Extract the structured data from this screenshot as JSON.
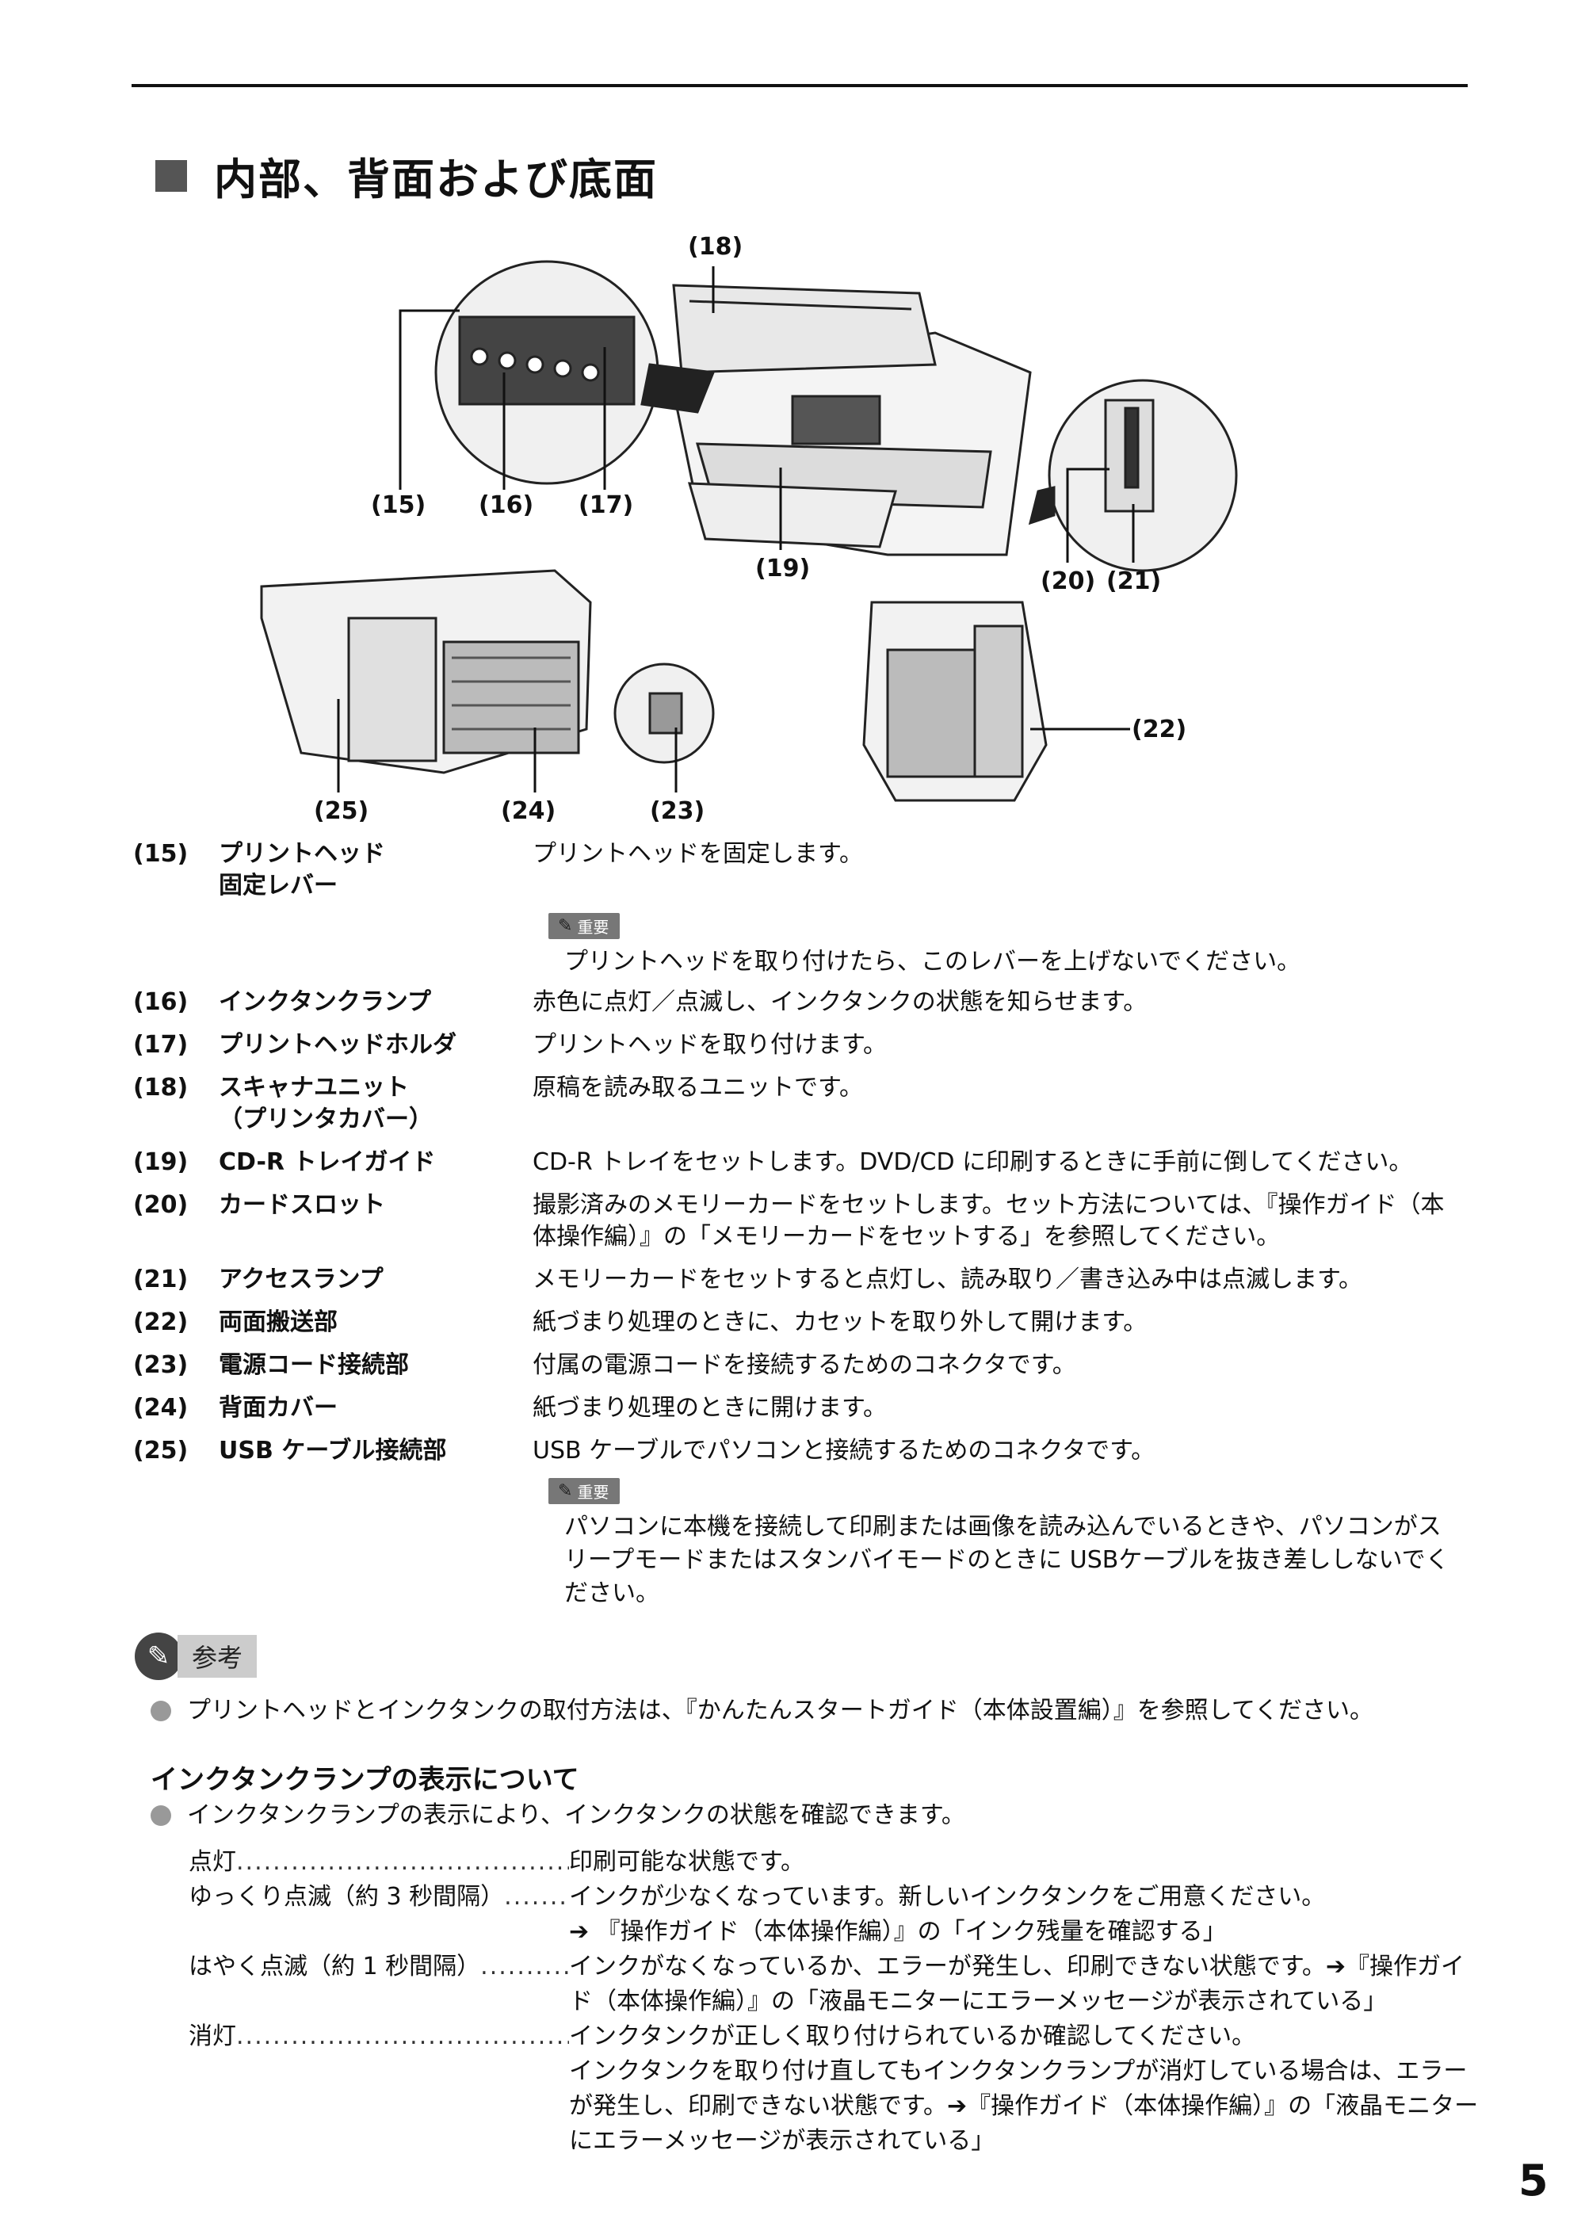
{
  "page": {
    "section_title": "内部、背面および底面",
    "page_number": "5"
  },
  "figure": {
    "callouts": [
      "(15)",
      "(16)",
      "(17)",
      "(18)",
      "(19)",
      "(20)",
      "(21)",
      "(22)",
      "(23)",
      "(24)",
      "(25)"
    ]
  },
  "parts": [
    {
      "num": "(15)",
      "term": "プリントヘッド\n固定レバー",
      "desc": "プリントヘッドを固定します。"
    },
    {
      "num": "(16)",
      "term": "インクタンクランプ",
      "desc": "赤色に点灯／点滅し、インクタンクの状態を知らせます。"
    },
    {
      "num": "(17)",
      "term": "プリントヘッドホルダ",
      "desc": "プリントヘッドを取り付けます。"
    },
    {
      "num": "(18)",
      "term": "スキャナユニット\n（プリンタカバー）",
      "desc": "原稿を読み取るユニットです。"
    },
    {
      "num": "(19)",
      "term": "CD-R トレイガイド",
      "desc": "CD-R トレイをセットします。DVD/CD に印刷するときに手前に倒してください。"
    },
    {
      "num": "(20)",
      "term": "カードスロット",
      "desc": "撮影済みのメモリーカードをセットします。セット方法については、『操作ガイド（本体操作編）』の「メモリーカードをセットする」を参照してください。"
    },
    {
      "num": "(21)",
      "term": "アクセスランプ",
      "desc": "メモリーカードをセットすると点灯し、読み取り／書き込み中は点滅します。"
    },
    {
      "num": "(22)",
      "term": "両面搬送部",
      "desc": "紙づまり処理のときに、カセットを取り外して開けます。"
    },
    {
      "num": "(23)",
      "term": "電源コード接続部",
      "desc": "付属の電源コードを接続するためのコネクタです。"
    },
    {
      "num": "(24)",
      "term": "背面カバー",
      "desc": "紙づまり処理のときに開けます。"
    },
    {
      "num": "(25)",
      "term": "USB ケーブル接続部",
      "desc": "USB ケーブルでパソコンと接続するためのコネクタです。"
    }
  ],
  "notes": {
    "badge": "重要",
    "note1": "プリントヘッドを取り付けたら、このレバーを上げないでください。",
    "note2": "パソコンに本機を接続して印刷または画像を読み込んでいるときや、パソコンがスリープモードまたはスタンバイモードのときに USBケーブルを抜き差ししないでください。"
  },
  "reference": {
    "label": "参考",
    "bullet": "プリントヘッドとインクタンクの取付方法は、『かんたんスタートガイド（本体設置編）』を参照してください。"
  },
  "lamp_section": {
    "title": "インクタンクランプの表示について",
    "intro": "インクタンクランプの表示により、インクタンクの状態を確認できます。",
    "rows": [
      {
        "key": "点灯",
        "lines": [
          "印刷可能な状態です。"
        ]
      },
      {
        "key": "ゆっくり点滅（約 3 秒間隔）",
        "lines": [
          "インクが少なくなっています。新しいインクタンクをご用意ください。",
          "➔ 『操作ガイド（本体操作編）』の「インク残量を確認する」"
        ]
      },
      {
        "key": "はやく点滅（約 1 秒間隔）",
        "lines": [
          "インクがなくなっているか、エラーが発生し、印刷できない状態です。➔『操作ガイド（本体操作編）』の「液晶モニターにエラーメッセージが表示されている」"
        ]
      },
      {
        "key": "消灯",
        "lines": [
          "インクタンクが正しく取り付けられているか確認してください。",
          "インクタンクを取り付け直してもインクタンクランプが消灯している場合は、エラーが発生し、印刷できない状態です。➔『操作ガイド（本体操作編）』の「液晶モニターにエラーメッセージが表示されている」"
        ]
      }
    ]
  }
}
